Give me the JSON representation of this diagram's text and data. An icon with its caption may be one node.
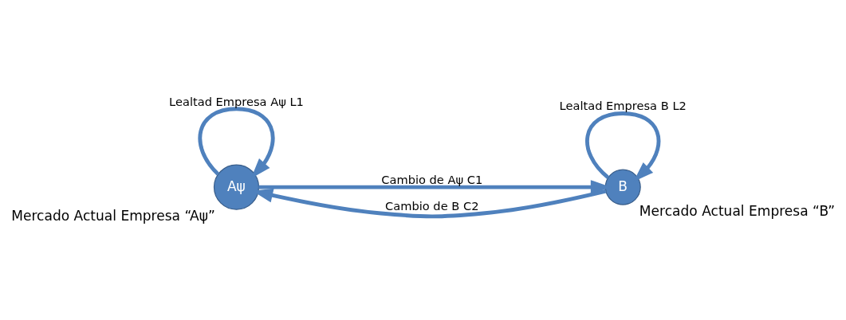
{
  "diagram": {
    "nodes": [
      {
        "text": [
          "Aψ"
        ],
        "beside": [
          "Mercado Actual Empresa “Aψ”"
        ]
      },
      {
        "text": [
          "B"
        ],
        "beside": [
          "Mercado Actual Empresa “B”"
        ]
      }
    ],
    "edges": [
      {
        "from": 0,
        "to": 1,
        "arrow": "to",
        "label": "Cambio de Aψ C1"
      },
      {
        "from": 1,
        "to": 0,
        "arrow": "to",
        "label": "Cambio de B C2"
      },
      {
        "from": 0,
        "to": 0,
        "arrow": "to",
        "label": "Lealtad Empresa Aψ L1"
      },
      {
        "from": 1,
        "to": 1,
        "arrow": "to",
        "label": "Lealtad Empresa B L2"
      }
    ]
  }
}
